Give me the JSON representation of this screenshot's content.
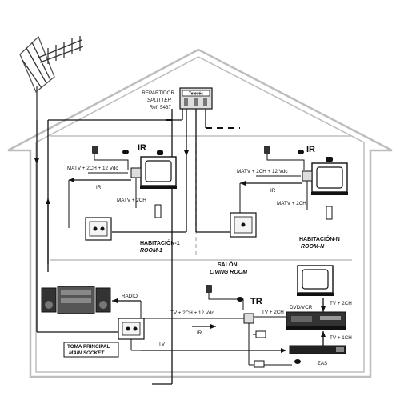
{
  "labels": {
    "splitter_line1": "REPARTIDOR",
    "splitter_line2": "SPLITTER",
    "splitter_ref": "Ref. 5437",
    "brand": "Televés",
    "room1_ir": "IR",
    "room1_feed": "MATV + 2CH + 12 Vdc",
    "room1_ir_text": "IR",
    "room1_tv_feed": "MATV + 2CH",
    "room1_title": "HABITACIÓN-1",
    "room1_subtitle": "ROOM-1",
    "roomn_ir": "IR",
    "roomn_feed": "MATV + 2CH + 12 Vdc",
    "roomn_ir_text": "IR",
    "roomn_tv_feed": "MATV + 2CH",
    "roomn_title": "HABITACIÓN-N",
    "roomn_subtitle": "ROOM-N",
    "living_title": "SALÓN",
    "living_subtitle": "LIVING ROOM",
    "tr": "TR",
    "tv_2ch_feed": "TV + 2CH + 12 Vdc",
    "ir_arrow": "IR",
    "tv_2ch_a": "TV + 2CH",
    "tv_2ch_b": "TV + 2CH",
    "dvd_vcr": "DVD/VCR",
    "tv_1ch": "TV + 1CH",
    "zas": "ZAS",
    "radio": "RADIO",
    "main_socket_title": "TOMA PRINCIPAL",
    "main_socket_subtitle": "MAIN SOCKET",
    "tv": "TV"
  }
}
